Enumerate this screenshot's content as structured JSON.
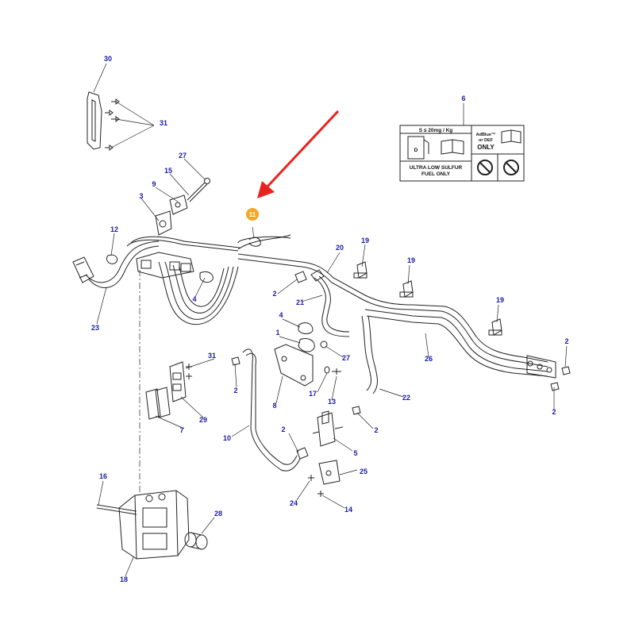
{
  "callouts": [
    {
      "id": "c30",
      "text": "30"
    },
    {
      "id": "c31a",
      "text": "31"
    },
    {
      "id": "c27a",
      "text": "27"
    },
    {
      "id": "c15",
      "text": "15"
    },
    {
      "id": "c9",
      "text": "9"
    },
    {
      "id": "c3",
      "text": "3"
    },
    {
      "id": "c12",
      "text": "12"
    },
    {
      "id": "c23",
      "text": "23"
    },
    {
      "id": "c4a",
      "text": "4"
    },
    {
      "id": "c11",
      "text": "11"
    },
    {
      "id": "c6",
      "text": "6"
    },
    {
      "id": "c20",
      "text": "20"
    },
    {
      "id": "c19a",
      "text": "19"
    },
    {
      "id": "c19b",
      "text": "19"
    },
    {
      "id": "c19c",
      "text": "19"
    },
    {
      "id": "c2a",
      "text": "2"
    },
    {
      "id": "c21",
      "text": "21"
    },
    {
      "id": "c4b",
      "text": "4"
    },
    {
      "id": "c1",
      "text": "1"
    },
    {
      "id": "c27b",
      "text": "27"
    },
    {
      "id": "c26",
      "text": "26"
    },
    {
      "id": "c2b",
      "text": "2"
    },
    {
      "id": "c2c",
      "text": "2"
    },
    {
      "id": "c31b",
      "text": "31"
    },
    {
      "id": "c2d",
      "text": "2"
    },
    {
      "id": "c17",
      "text": "17"
    },
    {
      "id": "c13",
      "text": "13"
    },
    {
      "id": "c22",
      "text": "22"
    },
    {
      "id": "c8",
      "text": "8"
    },
    {
      "id": "c29",
      "text": "29"
    },
    {
      "id": "c7",
      "text": "7"
    },
    {
      "id": "c10",
      "text": "10"
    },
    {
      "id": "c2e",
      "text": "2"
    },
    {
      "id": "c2f",
      "text": "2"
    },
    {
      "id": "c5",
      "text": "5"
    },
    {
      "id": "c25",
      "text": "25"
    },
    {
      "id": "c16",
      "text": "16"
    },
    {
      "id": "c24",
      "text": "24"
    },
    {
      "id": "c14",
      "text": "14"
    },
    {
      "id": "c28",
      "text": "28"
    },
    {
      "id": "c18",
      "text": "18"
    }
  ],
  "highlight": {
    "text": "11",
    "color": "#f5a623"
  },
  "arrow_color": "#e8231f",
  "callout_color": "#1a1aa6",
  "decal": {
    "sulfur_spec": "S ≤ 20mg / Kg",
    "adblue_line1": "AdBlue™",
    "adblue_line2": "or DEF",
    "adblue_only": "ONLY",
    "fuel_line1": "ULTRA LOW SULFUR",
    "fuel_line2": "FUEL ONLY",
    "pump_glyph": "D"
  }
}
